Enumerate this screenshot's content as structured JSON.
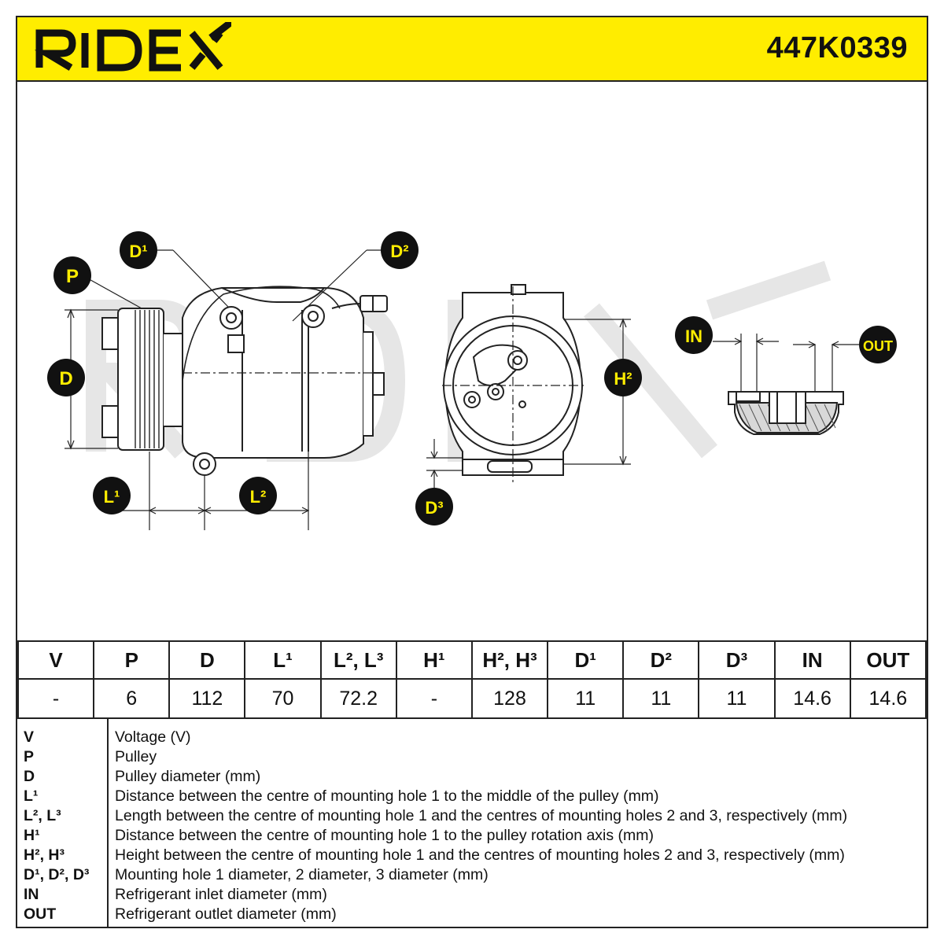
{
  "header": {
    "brand": "RIDEX",
    "part_number": "447K0339",
    "accent_color": "#ffed00"
  },
  "callouts": {
    "p": "P",
    "d": "D",
    "d1": "D¹",
    "d2": "D²",
    "d3": "D³",
    "l1": "L¹",
    "l2": "L²",
    "h2": "H²",
    "in": "IN",
    "out": "OUT"
  },
  "spec_table": {
    "headers": [
      "V",
      "P",
      "D",
      "L¹",
      "L², L³",
      "H¹",
      "H², H³",
      "D¹",
      "D²",
      "D³",
      "IN",
      "OUT"
    ],
    "values": [
      "-",
      "6",
      "112",
      "70",
      "72.2",
      "-",
      "128",
      "11",
      "11",
      "11",
      "14.6",
      "14.6"
    ]
  },
  "legend": [
    {
      "code": "V",
      "desc": "Voltage (V)"
    },
    {
      "code": "P",
      "desc": "Pulley"
    },
    {
      "code": "D",
      "desc": "Pulley diameter (mm)"
    },
    {
      "code": "L¹",
      "desc": "Distance between the centre of mounting hole 1 to the middle of the pulley (mm)"
    },
    {
      "code": "L², L³",
      "desc": "Length between the centre of mounting hole 1 and the centres of mounting holes 2 and 3, respectively (mm)"
    },
    {
      "code": "H¹",
      "desc": "Distance between the centre of mounting hole 1 to the pulley rotation axis (mm)"
    },
    {
      "code": "H², H³",
      "desc": "Height between the centre of mounting hole 1 and the centres of mounting holes 2 and 3, respectively (mm)"
    },
    {
      "code": "D¹, D², D³",
      "desc": "Mounting hole 1 diameter, 2 diameter, 3 diameter (mm)"
    },
    {
      "code": "IN",
      "desc": "Refrigerant inlet diameter (mm)"
    },
    {
      "code": "OUT",
      "desc": "Refrigerant outlet diameter (mm)"
    }
  ]
}
